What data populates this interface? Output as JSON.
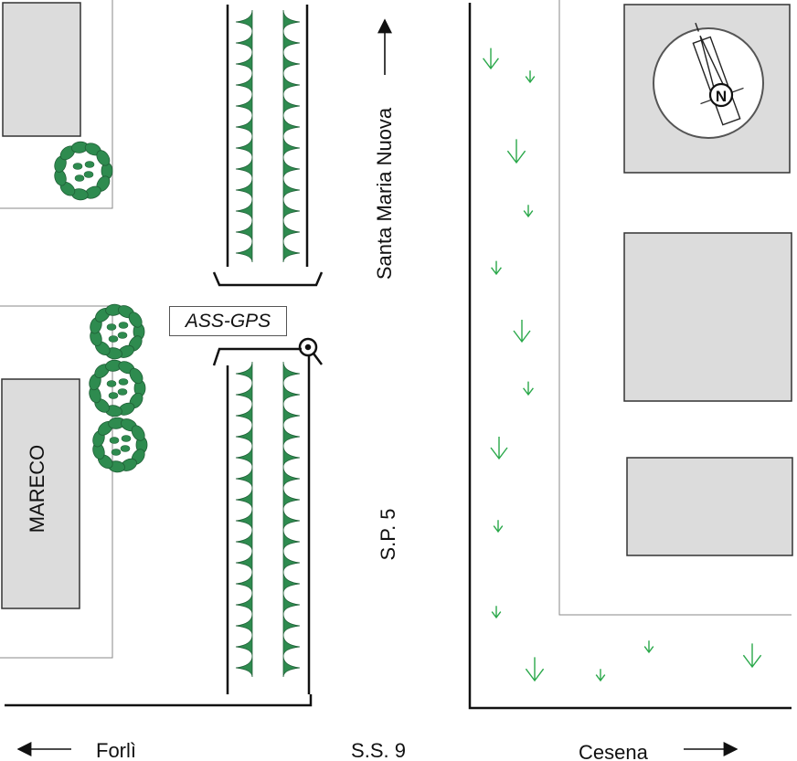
{
  "map": {
    "roads": {
      "north": "Santa Maria Nuova",
      "sp": "S.P. 5",
      "ss": "S.S. 9",
      "west": "Forlì",
      "east": "Cesena"
    },
    "buildings": {
      "mareco": "MARECO"
    },
    "station": {
      "label": "ASS-GPS"
    },
    "compass": {
      "letter": "N"
    },
    "colors": {
      "building_fill": "#dcdcdc",
      "outline": "#1a1a1a",
      "foliage": "#2e8b4f",
      "grass": "#2aa84a",
      "thin_line": "#888888"
    }
  }
}
